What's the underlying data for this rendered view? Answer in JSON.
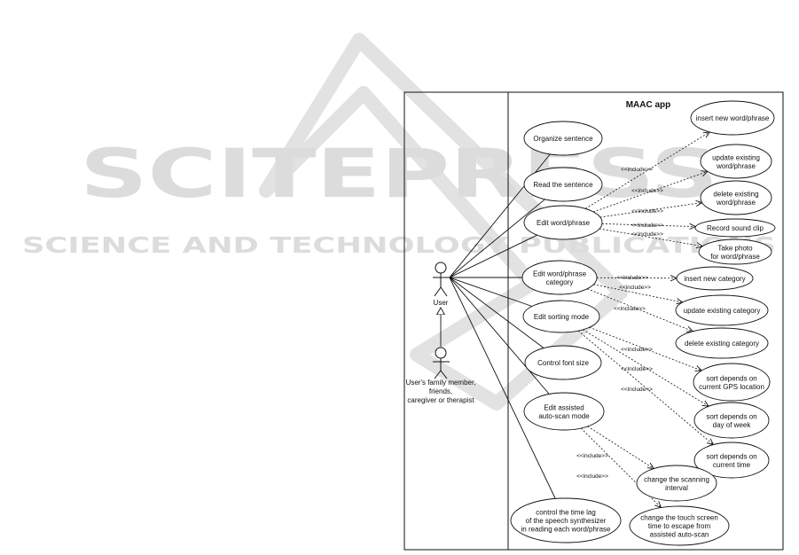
{
  "watermark": {
    "line1": "SCITEPRESS",
    "line2": "SCIENCE AND TECHNOLOGY PUBLICATIONS"
  },
  "system": {
    "title": "MAAC app"
  },
  "actors": [
    {
      "id": "user",
      "label_lines": [
        "User"
      ]
    },
    {
      "id": "family",
      "label_lines": [
        "User's family member,",
        "friends,",
        "caregiver or therapist"
      ]
    }
  ],
  "use_cases": [
    {
      "id": "organize",
      "lines": [
        "Organize sentence"
      ]
    },
    {
      "id": "read",
      "lines": [
        "Read the sentence"
      ]
    },
    {
      "id": "edit_word",
      "lines": [
        "Edit word/phrase"
      ]
    },
    {
      "id": "edit_category",
      "lines": [
        "Edit word/phrase",
        "category"
      ]
    },
    {
      "id": "edit_sorting",
      "lines": [
        "Edit sorting mode"
      ]
    },
    {
      "id": "font",
      "lines": [
        "Control font size"
      ]
    },
    {
      "id": "autoscan",
      "lines": [
        "Edit assisted",
        "auto-scan mode"
      ]
    },
    {
      "id": "timelag",
      "lines": [
        "control the time lag",
        "of the speech synthesizer",
        "in reading each word/phrase"
      ]
    },
    {
      "id": "insert_word",
      "lines": [
        "insert new word/phrase"
      ]
    },
    {
      "id": "update_word",
      "lines": [
        "update existing",
        "word/phrase"
      ]
    },
    {
      "id": "delete_word",
      "lines": [
        "delete existing",
        "word/phrase"
      ]
    },
    {
      "id": "record",
      "lines": [
        "Record sound clip"
      ]
    },
    {
      "id": "photo",
      "lines": [
        "Take photo",
        "for word/phrase"
      ]
    },
    {
      "id": "insert_cat",
      "lines": [
        "insert new category"
      ]
    },
    {
      "id": "update_cat",
      "lines": [
        "update existing category"
      ]
    },
    {
      "id": "delete_cat",
      "lines": [
        "delete existing category"
      ]
    },
    {
      "id": "sort_gps",
      "lines": [
        "sort depends on",
        "current GPS location"
      ]
    },
    {
      "id": "sort_dow",
      "lines": [
        "sort depends on",
        "day of week"
      ]
    },
    {
      "id": "sort_time",
      "lines": [
        "sort depends on",
        "current time"
      ]
    },
    {
      "id": "scan_interval",
      "lines": [
        "change the scanning",
        "interval"
      ]
    },
    {
      "id": "touch_time",
      "lines": [
        "change the touch screen",
        "time to escape from",
        "assisted auto-scan"
      ]
    }
  ],
  "associations": [
    {
      "from": "user",
      "to": "organize"
    },
    {
      "from": "user",
      "to": "read"
    },
    {
      "from": "user",
      "to": "edit_word"
    },
    {
      "from": "user",
      "to": "edit_category"
    },
    {
      "from": "user",
      "to": "edit_sorting"
    },
    {
      "from": "user",
      "to": "font"
    },
    {
      "from": "user",
      "to": "autoscan"
    },
    {
      "from": "user",
      "to": "timelag"
    }
  ],
  "include_label": "<<include>>",
  "includes": [
    {
      "from": "edit_word",
      "to": "insert_word",
      "label": "<<include>>"
    },
    {
      "from": "edit_word",
      "to": "update_word",
      "label": "<<include>>"
    },
    {
      "from": "edit_word",
      "to": "delete_word",
      "label": "<<include>>"
    },
    {
      "from": "edit_word",
      "to": "record",
      "label": "<<include>>"
    },
    {
      "from": "edit_word",
      "to": "photo",
      "label": "<<include>>"
    },
    {
      "from": "edit_category",
      "to": "insert_cat",
      "label": "<<include>>"
    },
    {
      "from": "edit_category",
      "to": "update_cat",
      "label": "<<include>>"
    },
    {
      "from": "edit_category",
      "to": "delete_cat",
      "label": "<<include>>"
    },
    {
      "from": "edit_sorting",
      "to": "sort_gps",
      "label": "<<include>>"
    },
    {
      "from": "edit_sorting",
      "to": "sort_dow",
      "label": "<<include>>"
    },
    {
      "from": "edit_sorting",
      "to": "sort_time",
      "label": "<<include>>"
    },
    {
      "from": "autoscan",
      "to": "scan_interval",
      "label": "<<include>>"
    },
    {
      "from": "autoscan",
      "to": "touch_time",
      "label": "<<include>>"
    }
  ],
  "generalization": {
    "from": "family",
    "to": "user"
  },
  "colors": {
    "line": "#111111",
    "watermark": "#dcdcdc",
    "background": "#ffffff"
  }
}
